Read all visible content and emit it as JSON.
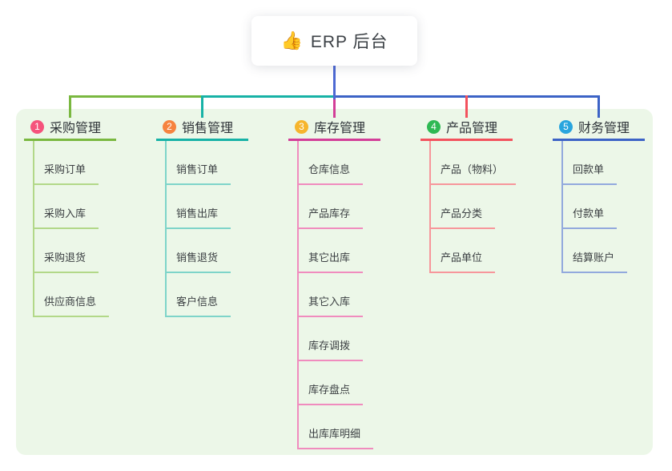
{
  "root": {
    "icon": "👍",
    "label": "ERP 后台"
  },
  "colors": {
    "root_line": "#4d69d3",
    "panel_background": "#ecf7e8",
    "canvas_background": "#ffffff",
    "branch_text": "#2d3237",
    "child_text": "#3c4043"
  },
  "branches": [
    {
      "index": "1",
      "label": "采购管理",
      "badge_color": "#f5537c",
      "line_color": "#7ab840",
      "child_line_color": "#b2d888",
      "children": [
        "采购订单",
        "采购入库",
        "采购退货",
        "供应商信息"
      ]
    },
    {
      "index": "2",
      "label": "销售管理",
      "badge_color": "#f6833f",
      "line_color": "#17b2a6",
      "child_line_color": "#7ed4c9",
      "children": [
        "销售订单",
        "销售出库",
        "销售退货",
        "客户信息"
      ]
    },
    {
      "index": "3",
      "label": "库存管理",
      "badge_color": "#f6b52d",
      "line_color": "#d33e98",
      "child_line_color": "#f08cbe",
      "children": [
        "仓库信息",
        "产品库存",
        "其它出库",
        "其它入库",
        "库存调拨",
        "库存盘点",
        "出库库明细"
      ]
    },
    {
      "index": "4",
      "label": "产品管理",
      "badge_color": "#2eb953",
      "line_color": "#f3525d",
      "child_line_color": "#f7969b",
      "children": [
        "产品（物料）",
        "产品分类",
        "产品单位"
      ]
    },
    {
      "index": "5",
      "label": "财务管理",
      "badge_color": "#29a5de",
      "line_color": "#3c63c6",
      "child_line_color": "#92a9dd",
      "children": [
        "回款单",
        "付款单",
        "结算账户"
      ]
    }
  ]
}
